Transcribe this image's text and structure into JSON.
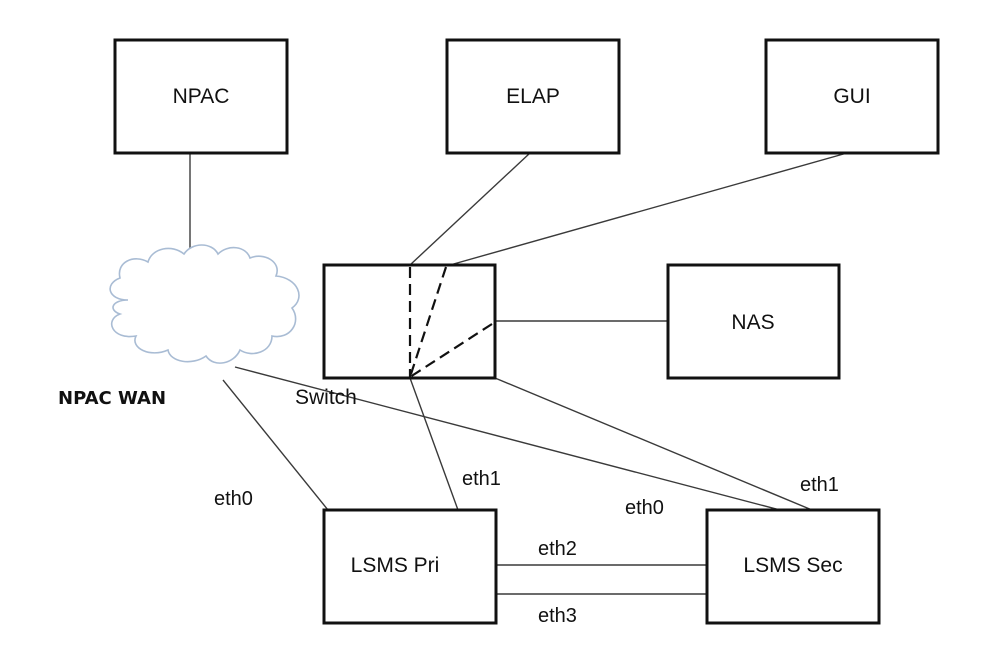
{
  "diagram": {
    "type": "network-topology",
    "nodes": {
      "npac": {
        "label": "NPAC"
      },
      "elap": {
        "label": "ELAP"
      },
      "gui": {
        "label": "GUI"
      },
      "switch": {
        "label": "Switch"
      },
      "nas": {
        "label": "NAS"
      },
      "npac_wan": {
        "label": "NPAC WAN"
      },
      "lsms_pri": {
        "label": "LSMS Pri"
      },
      "lsms_sec": {
        "label": "LSMS Sec"
      }
    },
    "ports": {
      "pri_eth0": "eth0",
      "pri_eth1": "eth1",
      "sec_eth0": "eth0",
      "sec_eth1": "eth1",
      "eth2": "eth2",
      "eth3": "eth3"
    },
    "links": [
      {
        "from": "NPAC",
        "to": "NPAC WAN"
      },
      {
        "from": "ELAP",
        "to": "Switch"
      },
      {
        "from": "GUI",
        "to": "Switch"
      },
      {
        "from": "Switch",
        "to": "NAS"
      },
      {
        "from": "NPAC WAN",
        "to": "LSMS Pri",
        "port": "eth0"
      },
      {
        "from": "NPAC WAN",
        "to": "LSMS Sec",
        "port": "eth0"
      },
      {
        "from": "Switch",
        "to": "LSMS Pri",
        "port": "eth1"
      },
      {
        "from": "Switch",
        "to": "LSMS Sec",
        "port": "eth1"
      },
      {
        "from": "LSMS Pri",
        "to": "LSMS Sec",
        "port": "eth2"
      },
      {
        "from": "LSMS Pri",
        "to": "LSMS Sec",
        "port": "eth3"
      }
    ]
  }
}
